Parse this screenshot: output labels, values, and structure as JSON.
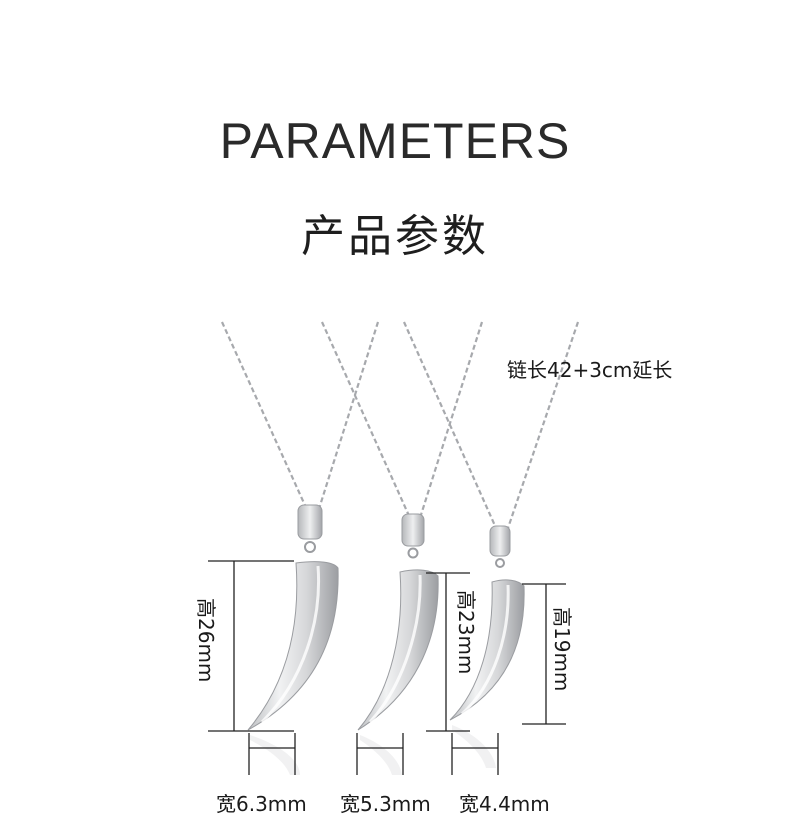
{
  "header": {
    "title_en": "PARAMETERS",
    "title_cn": "产品参数"
  },
  "chain_note": "链长42+3cm延长",
  "pendants": [
    {
      "height_label": "高26mm",
      "width_label": "宽6.3mm"
    },
    {
      "height_label": "高23mm",
      "width_label": "宽5.3mm"
    },
    {
      "height_label": "高19mm",
      "width_label": "宽4.4mm"
    }
  ],
  "colors": {
    "silver": "#c9cacc",
    "chain": "#a9abae",
    "text": "#1a1a1a"
  }
}
